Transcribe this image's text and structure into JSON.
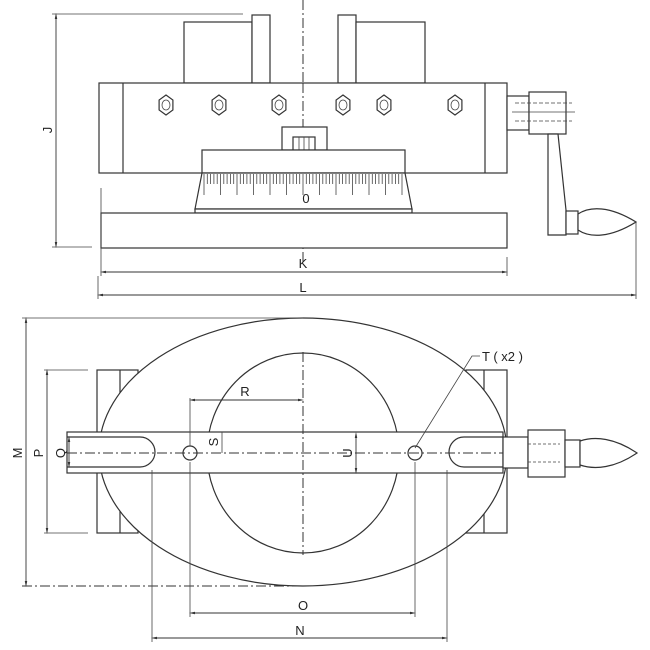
{
  "drawing": {
    "title": "Compound angle vise – dimensioned drawing",
    "side_view": {
      "dimension_labels": {
        "J": "J",
        "K": "K",
        "L": "L"
      },
      "dial_zero": "0"
    },
    "top_view": {
      "dimension_labels": {
        "M": "M",
        "P": "P",
        "Q": "Q",
        "R": "R",
        "S": "S",
        "U": "U",
        "O": "O",
        "N": "N"
      },
      "callout": "T ( x2 )"
    }
  }
}
